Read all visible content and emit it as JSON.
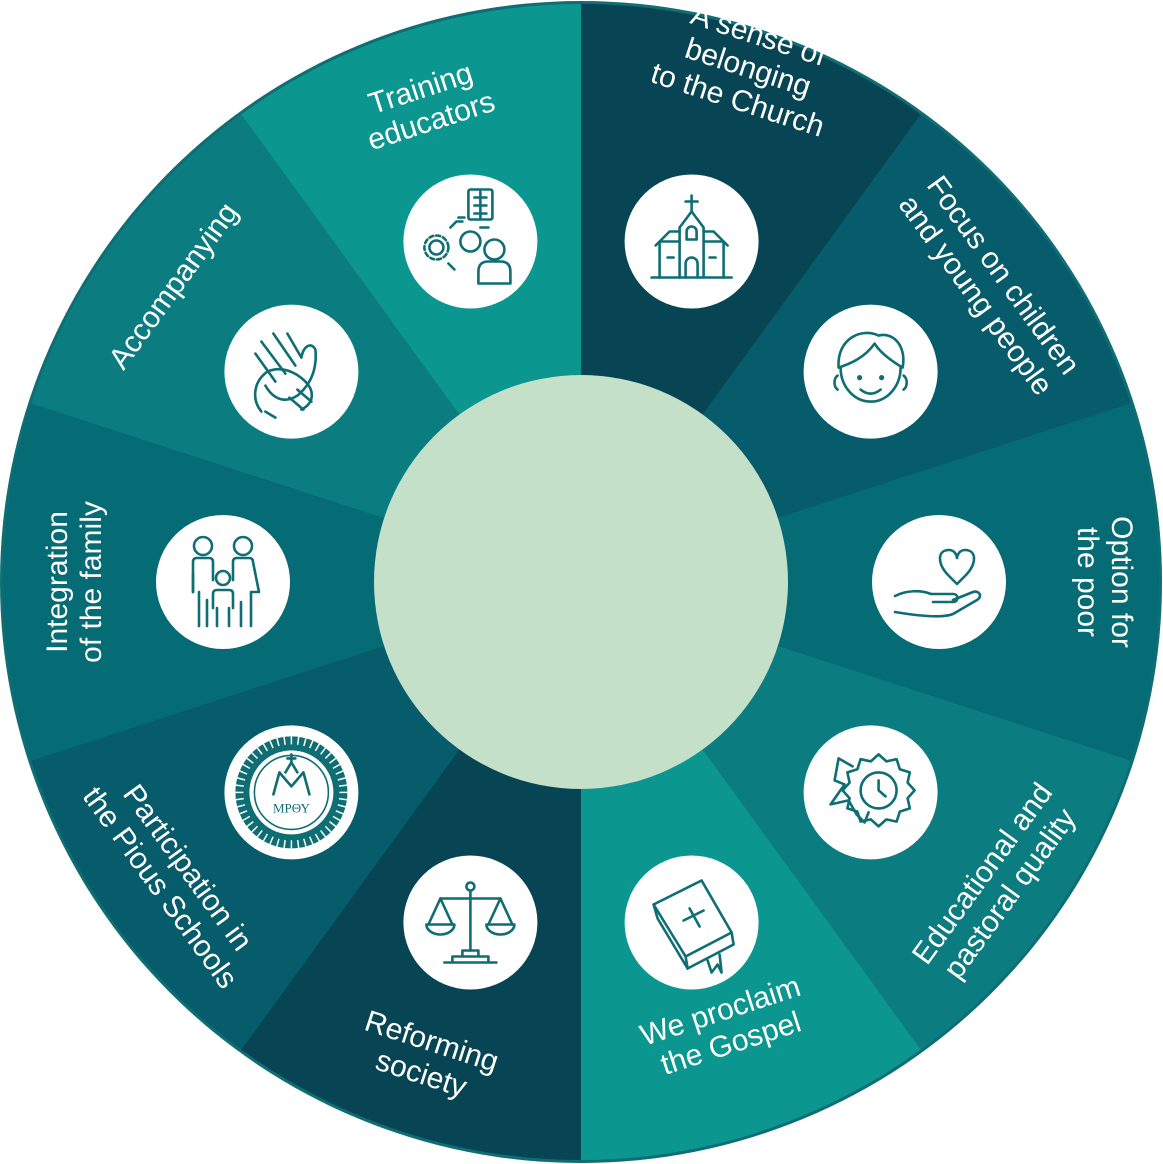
{
  "colors": {
    "ring_border": "#0f6d74",
    "center": "#c5e0c9",
    "icon_circle": "#ffffff",
    "icon_stroke": "#0f6d74"
  },
  "segments": [
    {
      "label_lines": [
        "A sense of",
        "belonging",
        "to the Church"
      ],
      "color": "#074555",
      "icon": "church-icon"
    },
    {
      "label_lines": [
        "Focus on children",
        "and young people"
      ],
      "color": "#065c6a",
      "icon": "child-face-icon"
    },
    {
      "label_lines": [
        "Option for",
        "the poor"
      ],
      "color": "#056b74",
      "icon": "hand-heart-icon"
    },
    {
      "label_lines": [
        "Educational and",
        "pastoral quality"
      ],
      "color": "#0b7d80",
      "icon": "quality-badge-icon"
    },
    {
      "label_lines": [
        "We proclaim",
        "the Gospel"
      ],
      "color": "#0b968f",
      "icon": "bible-icon"
    },
    {
      "label_lines": [
        "Reforming",
        "society"
      ],
      "color": "#074555",
      "icon": "scales-icon"
    },
    {
      "label_lines": [
        "Participation in",
        "the Pious Schools"
      ],
      "color": "#065c6a",
      "icon": "pious-schools-seal-icon"
    },
    {
      "label_lines": [
        "Integration",
        "of the family"
      ],
      "color": "#056b74",
      "icon": "family-icon"
    },
    {
      "label_lines": [
        "Accompanying"
      ],
      "color": "#0b7d80",
      "icon": "helping-hands-icon"
    },
    {
      "label_lines": [
        "Training",
        "educators"
      ],
      "color": "#0b968f",
      "icon": "training-icon"
    }
  ],
  "seal_text": "ΜΡΘΥ"
}
